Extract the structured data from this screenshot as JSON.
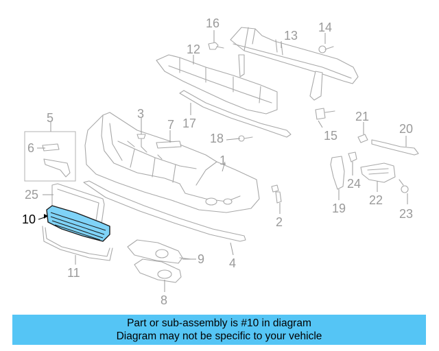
{
  "diagram": {
    "highlighted_part": "10",
    "callouts": {
      "c1": "1",
      "c2": "2",
      "c3": "3",
      "c4": "4",
      "c5": "5",
      "c6": "6",
      "c7": "7",
      "c8": "8",
      "c9": "9",
      "c10": "10",
      "c11": "11",
      "c12": "12",
      "c13": "13",
      "c14": "14",
      "c15": "15",
      "c16": "16",
      "c17": "17",
      "c18": "18",
      "c19": "19",
      "c20": "20",
      "c21": "21",
      "c22": "22",
      "c23": "23",
      "c24": "24",
      "c25": "25"
    }
  },
  "banner": {
    "line1": "Part or sub-assembly is #10 in diagram",
    "line2": "Diagram may not be specific to your vehicle",
    "background": "#55c5f5"
  },
  "colors": {
    "highlight_fill": "#7fd3f7",
    "part_stroke": "#a8a8a8",
    "callout_text": "#9a9a9a"
  }
}
